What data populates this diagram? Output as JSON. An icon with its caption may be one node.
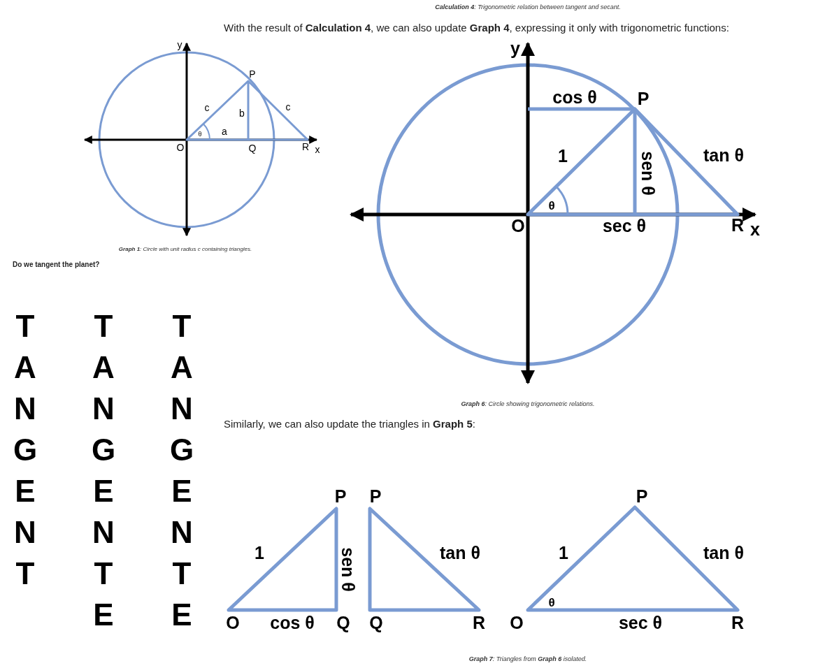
{
  "diagram": {
    "labels": [
      "**Calculation 4**: Trigonometric relation between tangent and secant.",
      "With the result of **Calculation 4**, we can also update **Graph 4**, expressing it only with trigonometric functions:",
      "y",
      "P",
      "c",
      "b",
      "c",
      "θ",
      "a",
      "O",
      "Q",
      "R",
      "x",
      "**Graph 1**: Circle with unit radius c containing triangles.",
      "Do we tangent the planet?",
      "TANGENT",
      "TANGENTE",
      "TANGENTE",
      "y",
      "cos θ",
      "P",
      "1",
      "sen θ",
      "tan θ",
      "θ",
      "O",
      "sec θ",
      "R",
      "x",
      "**Graph 6**: Circle showing trigonometric relations.",
      "Similarly, we can also update the triangles in **Graph 5**:",
      "P",
      "P",
      "1",
      "sen θ",
      "tan θ",
      "1",
      "tan θ",
      "P",
      "θ",
      "O",
      "cos θ",
      "Q",
      "Q",
      "R",
      "O",
      "sec θ",
      "R",
      "**Graph 7**: Triangles from **Graph 6** isolated."
    ]
  }
}
